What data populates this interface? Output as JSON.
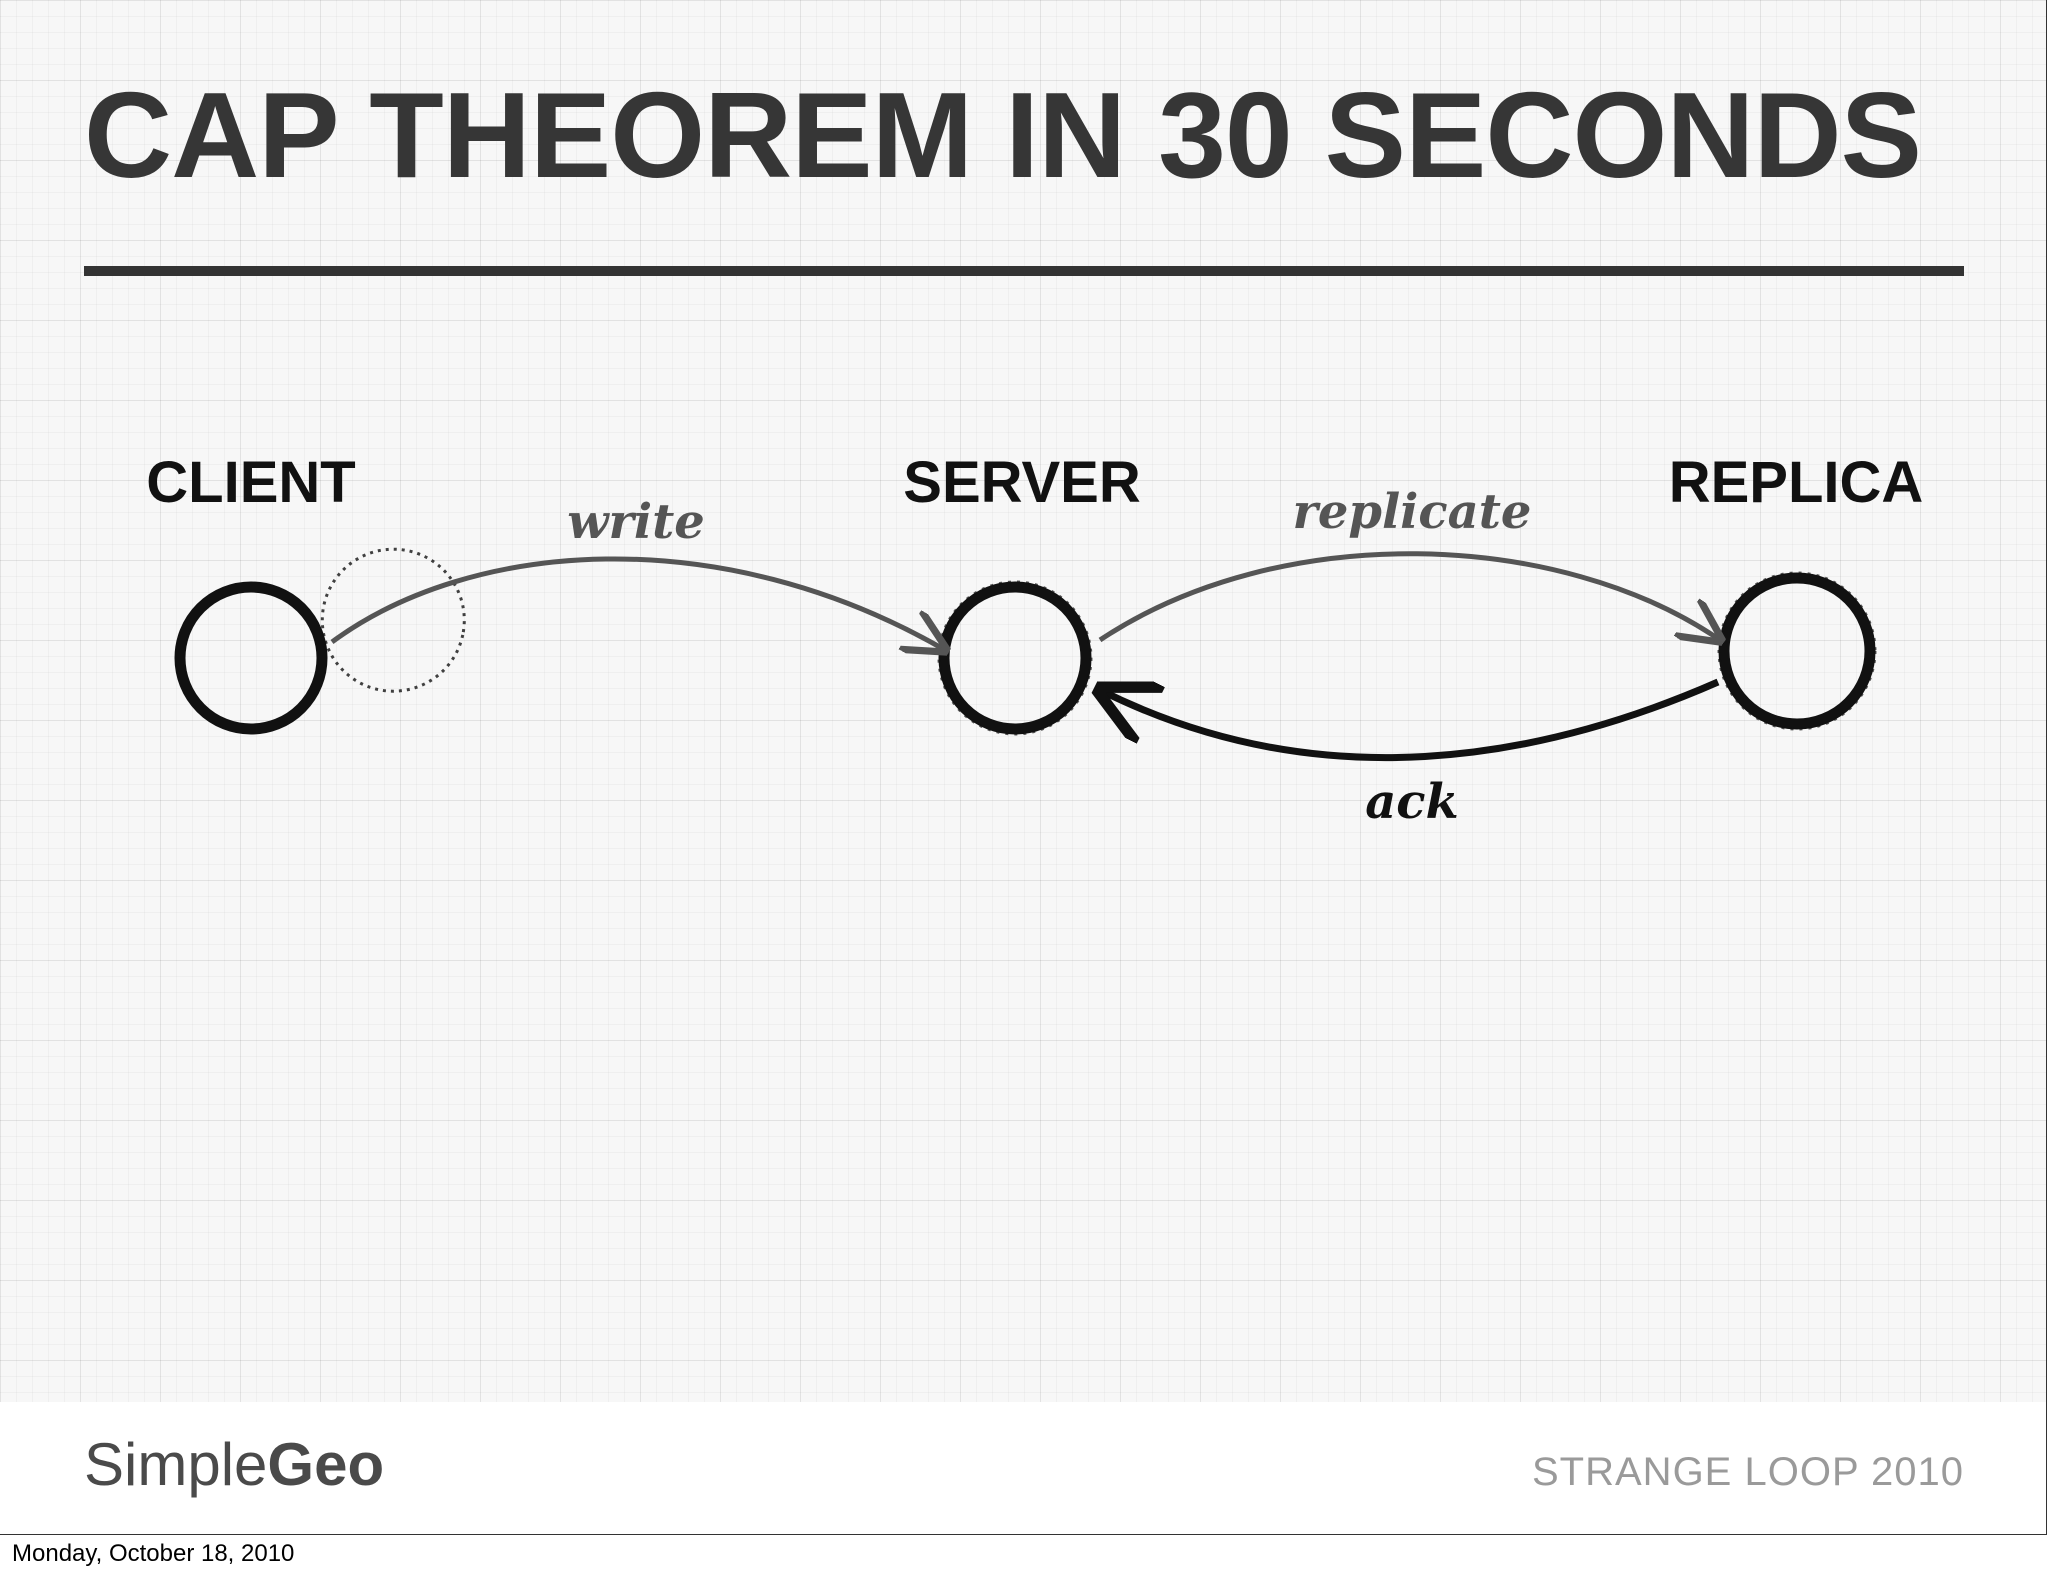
{
  "slide": {
    "title": "CAP THEOREM IN 30 SECONDS"
  },
  "diagram": {
    "nodes": {
      "client": "CLIENT",
      "server": "SERVER",
      "replica": "REPLICA"
    },
    "edges": {
      "write": "write",
      "replicate": "replicate",
      "ack": "ack"
    }
  },
  "footer": {
    "logo_regular": "Simple",
    "logo_bold": "Geo",
    "event": "STRANGE LOOP 2010"
  },
  "print_date": "Monday, October 18, 2010",
  "colors": {
    "title": "#363636",
    "rule": "#333333",
    "node_stroke": "#111111",
    "edge_gray": "#555555",
    "edge_dark": "#111111",
    "event_text": "#9a9a9a"
  }
}
